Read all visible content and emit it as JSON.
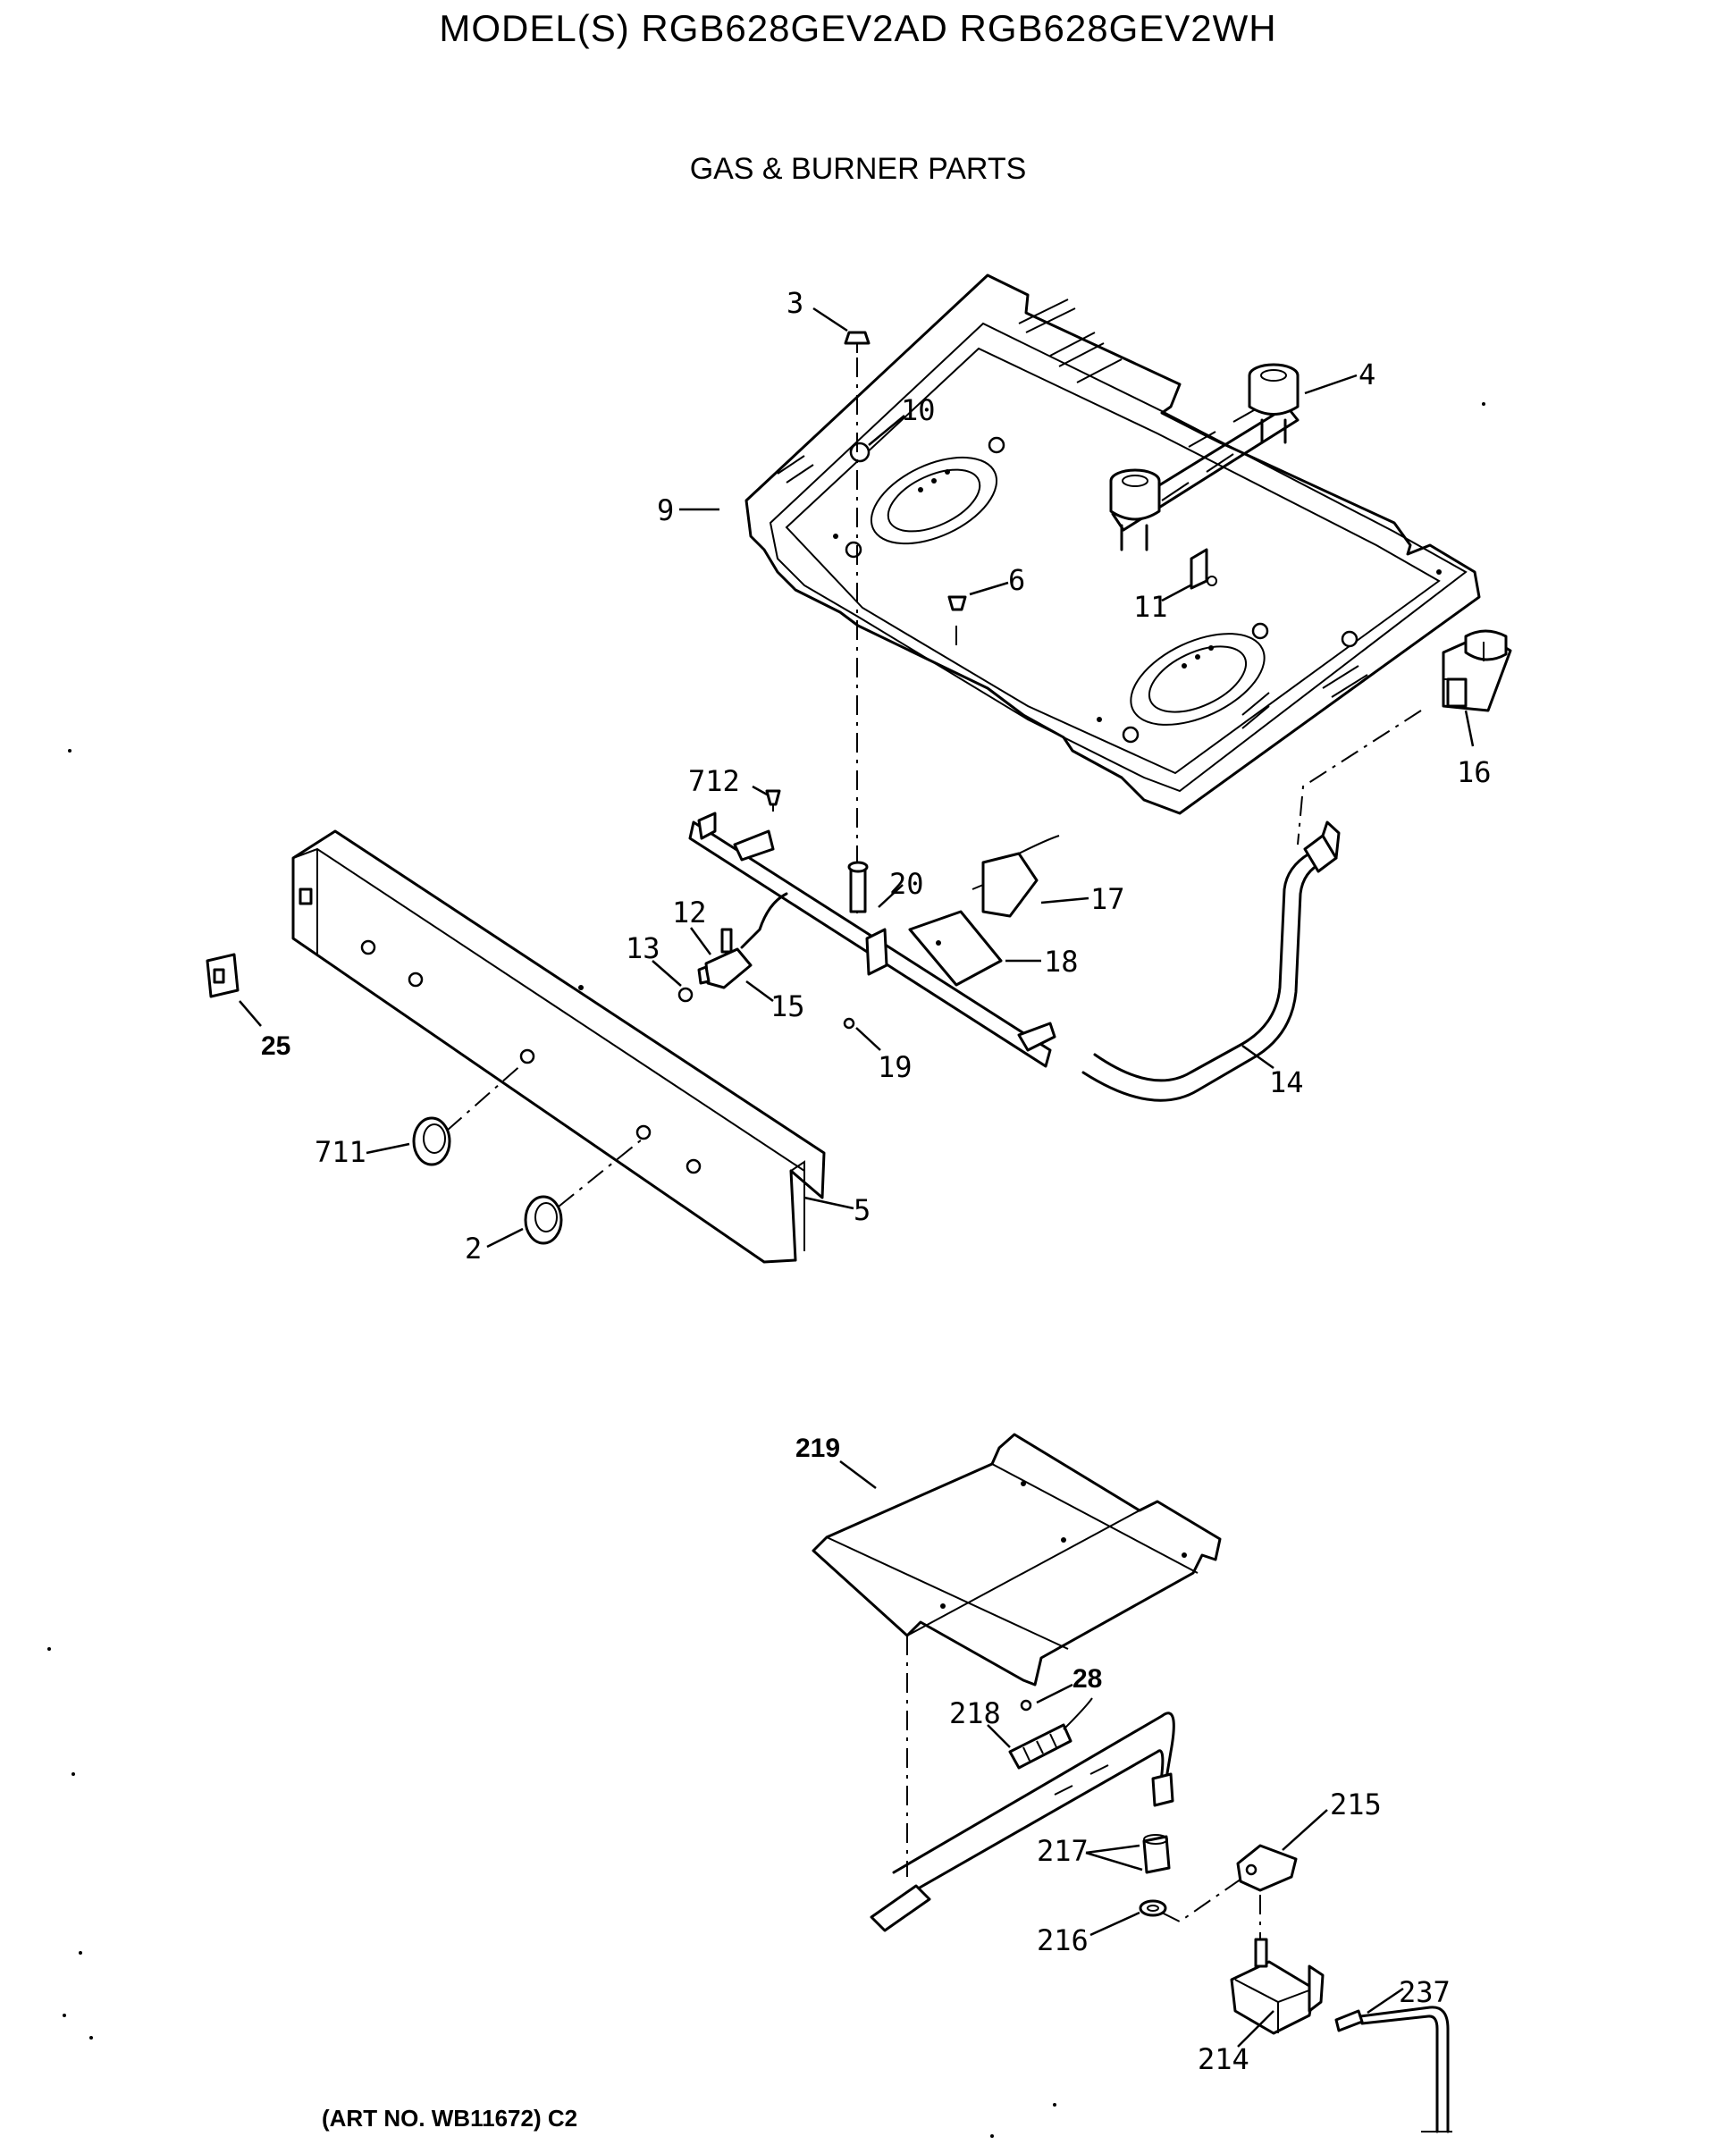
{
  "header": {
    "title": "MODEL(S) RGB628GEV2AD  RGB628GEV2WH",
    "subtitle": "GAS & BURNER PARTS"
  },
  "footer": {
    "art_number": "(ART NO. WB11672) C2"
  },
  "part_labels": {
    "p3": "3",
    "p4": "4",
    "p10": "10",
    "p9": "9",
    "p6": "6",
    "p11": "11",
    "p16": "16",
    "p712": "712",
    "p20": "20",
    "p17": "17",
    "p12": "12",
    "p13": "13",
    "p18": "18",
    "p15": "15",
    "p19": "19",
    "p14": "14",
    "p25": "25",
    "p711": "711",
    "p5": "5",
    "p2": "2",
    "p219": "219",
    "p28": "28",
    "p218": "218",
    "p215": "215",
    "p217": "217",
    "p216": "216",
    "p237": "237",
    "p214": "214"
  }
}
